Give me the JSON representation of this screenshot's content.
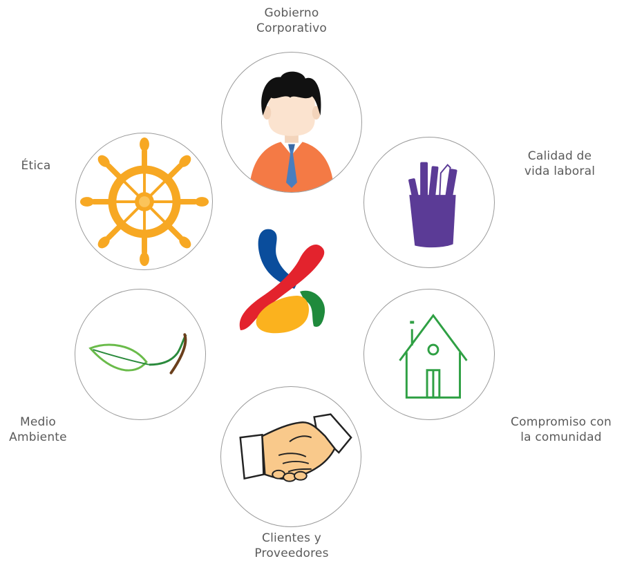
{
  "topics": {
    "gobierno": {
      "line1": "Gobierno",
      "line2": "Corporativo",
      "icon": "businessman-icon"
    },
    "calidad": {
      "line1": "Calidad de",
      "line2": "vida laboral",
      "icon": "pencil-cup-icon"
    },
    "comunidad": {
      "line1": "Compromiso con",
      "line2": "la comunidad",
      "icon": "house-icon"
    },
    "clientes": {
      "line1": "Clientes y",
      "line2": "Proveedores",
      "icon": "handshake-icon"
    },
    "medio": {
      "line1": "Medio",
      "line2": "Ambiente",
      "icon": "leaf-icon"
    },
    "etica": {
      "line1": "Ética",
      "icon": "ship-wheel-icon"
    }
  },
  "center": {
    "icon": "brand-logo"
  },
  "colors": {
    "circle_border": "#9a9a9a",
    "label": "#5a5a5a",
    "wheel": "#f7a823",
    "cup": "#5b3b96",
    "house": "#2fa044",
    "leaf": "#6abb4a",
    "stem": "#6b3f1c",
    "shirt": "#f47a45",
    "tie": "#4a7ebe",
    "logo_blue": "#0a4d9c",
    "logo_red": "#e3232d",
    "logo_green": "#1f8a3c",
    "logo_yellow": "#fbb21e"
  }
}
